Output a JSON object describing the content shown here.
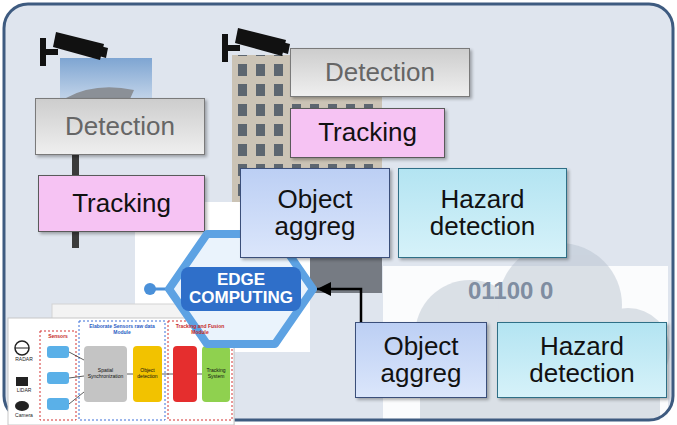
{
  "diagram": {
    "nodes": [
      {
        "text": [
          "Detection"
        ]
      },
      {
        "text": [
          "Tracking"
        ]
      },
      {
        "text": [
          "Detection"
        ]
      },
      {
        "text": [
          "Tracking"
        ]
      },
      {
        "text": [
          "EDGE COMPUTING"
        ]
      },
      {
        "text": [
          "Object aggreg"
        ]
      },
      {
        "text": [
          "Hazard detection"
        ]
      },
      {
        "text": [
          "Object aggreg"
        ]
      },
      {
        "text": [
          "Hazard detection"
        ]
      }
    ],
    "edges": [
      {
        "from": 7,
        "to": 4,
        "arrow": "to"
      }
    ],
    "labels": [
      "01100 0",
      "RADAR",
      "LIDAR",
      "Camera",
      "Sensors",
      "Elaborate Sensors raw data Module",
      "Tracking and Fusion Module",
      "Spatial Synchronization",
      "Object detection",
      "Tracking System"
    ]
  }
}
